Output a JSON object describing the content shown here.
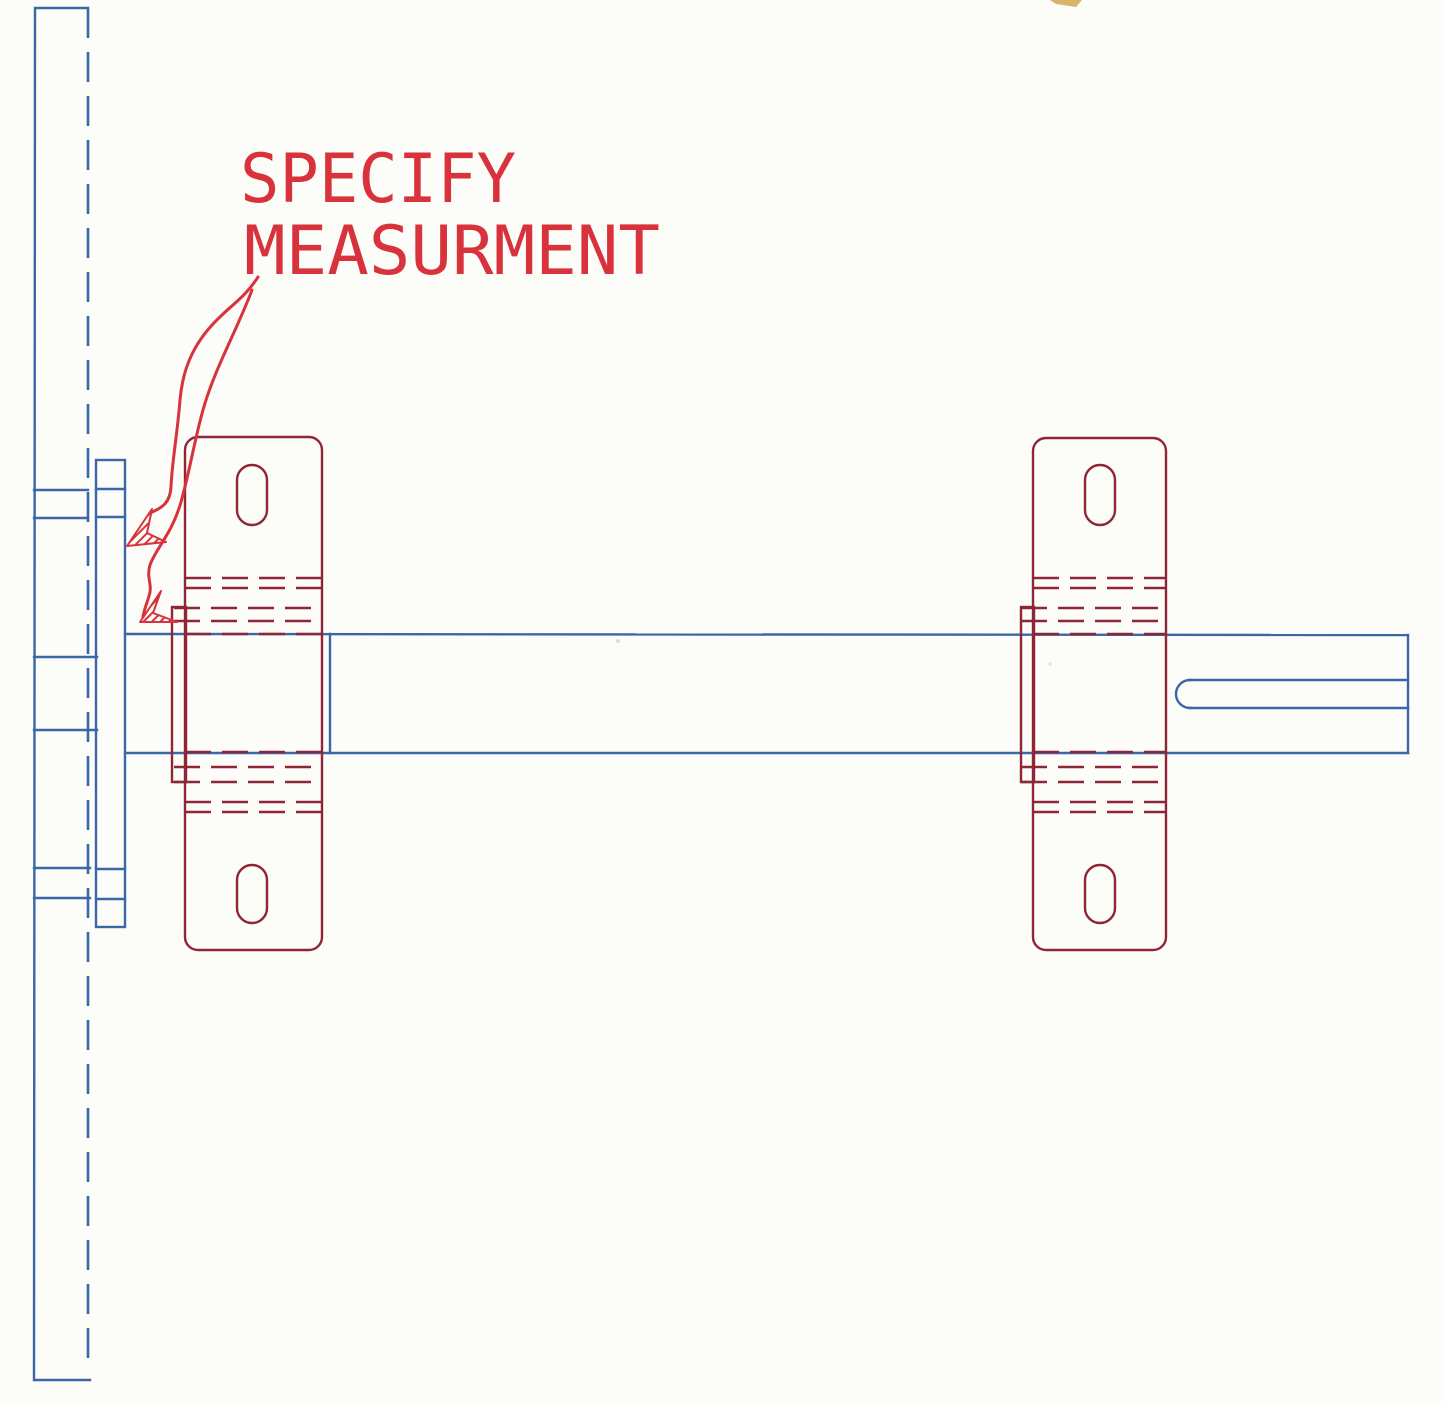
{
  "annotation": {
    "line1": "SPECIFY",
    "line2": "MEASURMENT"
  },
  "colors": {
    "blueprint_blue": "#3a67a5",
    "bracket_maroon": "#8e2636",
    "annotation_red": "#d8323c",
    "scan_tan": "#d9b36a"
  },
  "diagram": {
    "type": "scanned-technical-drawing",
    "view": "side elevation of a shaft mounted to a wall plate with two strap brackets",
    "parts": [
      {
        "name": "wall-plate",
        "color": "blue",
        "style": "solid outline, rear edge dashed, three horizontal band pairs"
      },
      {
        "name": "mounting-flange",
        "color": "blue",
        "style": "narrow vertical plate against wall, banded top and bottom"
      },
      {
        "name": "shaft",
        "color": "blue",
        "style": "long horizontal bar with segment line near left bracket"
      },
      {
        "name": "shaft-keyway",
        "color": "blue",
        "style": "rounded-end slot open at right shaft end"
      },
      {
        "name": "left-bracket",
        "color": "maroon",
        "style": "rounded strap with two mounting slots and hidden dashed lines, small boss rectangle at left"
      },
      {
        "name": "right-bracket",
        "color": "maroon",
        "style": "rounded strap with two mounting slots and hidden dashed lines, small boss rectangle at left"
      },
      {
        "name": "leader-arrows",
        "color": "red",
        "style": "curved leader from note ending in two hatched dart arrowheads marking the flange face and the shaft/bracket corner"
      }
    ]
  }
}
